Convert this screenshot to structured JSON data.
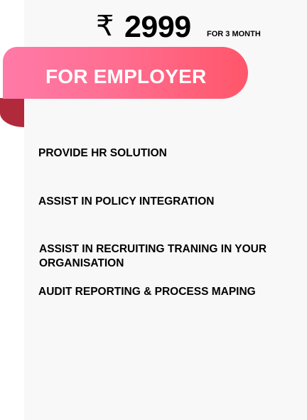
{
  "pricing": {
    "currency_symbol": "₹",
    "amount": "2999",
    "period": "FOR 3 MONTH"
  },
  "plan": {
    "title": "FOR EMPLOYER"
  },
  "features": [
    "PROVIDE HR SOLUTION",
    "ASSIST IN POLICY INTEGRATION",
    "ASSIST IN RECRUITING TRANING IN YOUR ORGANISATION",
    "AUDIT REPORTING & PROCESS MAPING"
  ],
  "colors": {
    "ribbon_gradient_start": "#ff7aa8",
    "ribbon_gradient_end": "#ff566a",
    "ribbon_fold": "#b12a3c",
    "card_background": "#f8f8f8"
  }
}
